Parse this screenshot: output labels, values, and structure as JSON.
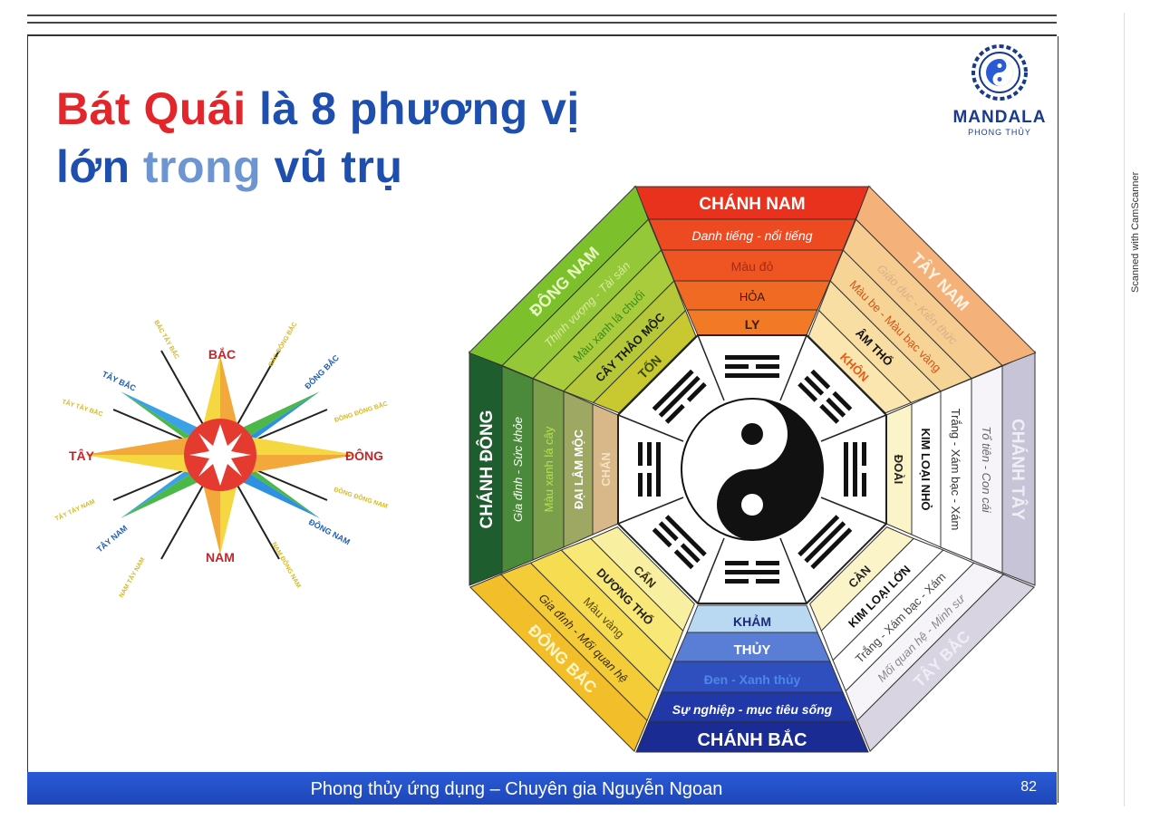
{
  "title": {
    "part_red": "Bát Quái",
    "part_blue": " là 8 phương vị",
    "line2_a": "lớn ",
    "line2_b": "trong",
    "line2_c": " vũ trụ"
  },
  "logo": {
    "name": "MANDALA",
    "subtitle": "PHONG THỦY"
  },
  "compass": {
    "main": {
      "north": "BẮC",
      "south": "NAM",
      "east": "ĐÔNG",
      "west": "TÂY"
    },
    "intercardinal": {
      "ne": "ĐÔNG BẮC",
      "nw": "TÂY BẮC",
      "se": "ĐÔNG NAM",
      "sw": "TÂY NAM"
    },
    "minor": {
      "nne": "BẮC ĐÔNG BẮC",
      "ene": "ĐÔNG ĐÔNG BẮC",
      "ese": "ĐÔNG ĐÔNG NAM",
      "sse": "NAM ĐÔNG NAM",
      "ssw": "NAM TÂY NAM",
      "wsw": "TÂY TÂY NAM",
      "wnw": "TÂY TÂY BẮC",
      "nnw": "BẮC TÂY BẮC"
    }
  },
  "bagua": {
    "south": {
      "direction": "CHÁNH NAM",
      "aspect": "Danh tiếng - nổi tiếng",
      "color": "Màu đỏ",
      "element": "HỎA",
      "trigram": "LY"
    },
    "southeast": {
      "direction": "ĐÔNG NAM",
      "aspect": "Thịnh vượng - Tài sản",
      "color": "Màu xanh lá chuối",
      "element": "CÂY THẢO MỘC",
      "trigram": "TỐN"
    },
    "southwest": {
      "direction": "TÂY NAM",
      "aspect": "Giáo dục - Kiến thức",
      "color": "Màu be - Màu bạc vàng",
      "element": "ÂM THỔ",
      "trigram": "KHÔN"
    },
    "east": {
      "direction": "CHÁNH ĐÔNG",
      "aspect": "Gia đình - Sức khỏe",
      "color": "Màu xanh lá cây",
      "element": "ĐẠI LÂM MỘC",
      "trigram": "CHẤN"
    },
    "west": {
      "direction": "CHÁNH TÂY",
      "aspect": "Tổ tiên - Con cái",
      "color": "Trắng - Xám bạc - Xám",
      "element": "KIM LOẠI NHỎ",
      "trigram": "ĐOÀI"
    },
    "northeast": {
      "direction": "ĐÔNG BẮC",
      "aspect": "Gia đình - Mối quan hệ",
      "color": "Màu vàng",
      "element": "DƯƠNG THỔ",
      "trigram": "CẤN"
    },
    "northwest": {
      "direction": "TÂY BẮC",
      "aspect": "Mối quan hệ - Minh sư",
      "color": "Trắng - Xám bạc - Xám",
      "element": "KIM LOẠI LỚN",
      "trigram": "CÀN"
    },
    "north": {
      "direction": "CHÁNH BẮC",
      "aspect": "Sự nghiệp - mục tiêu sống",
      "color": "Đen - Xanh thủy",
      "element": "THỦY",
      "trigram": "KHẢM"
    }
  },
  "footer": {
    "text": "Phong thủy ứng dụng – Chuyên gia Nguyễn Ngoan",
    "page": "82"
  },
  "watermark": "Scanned with CamScanner"
}
